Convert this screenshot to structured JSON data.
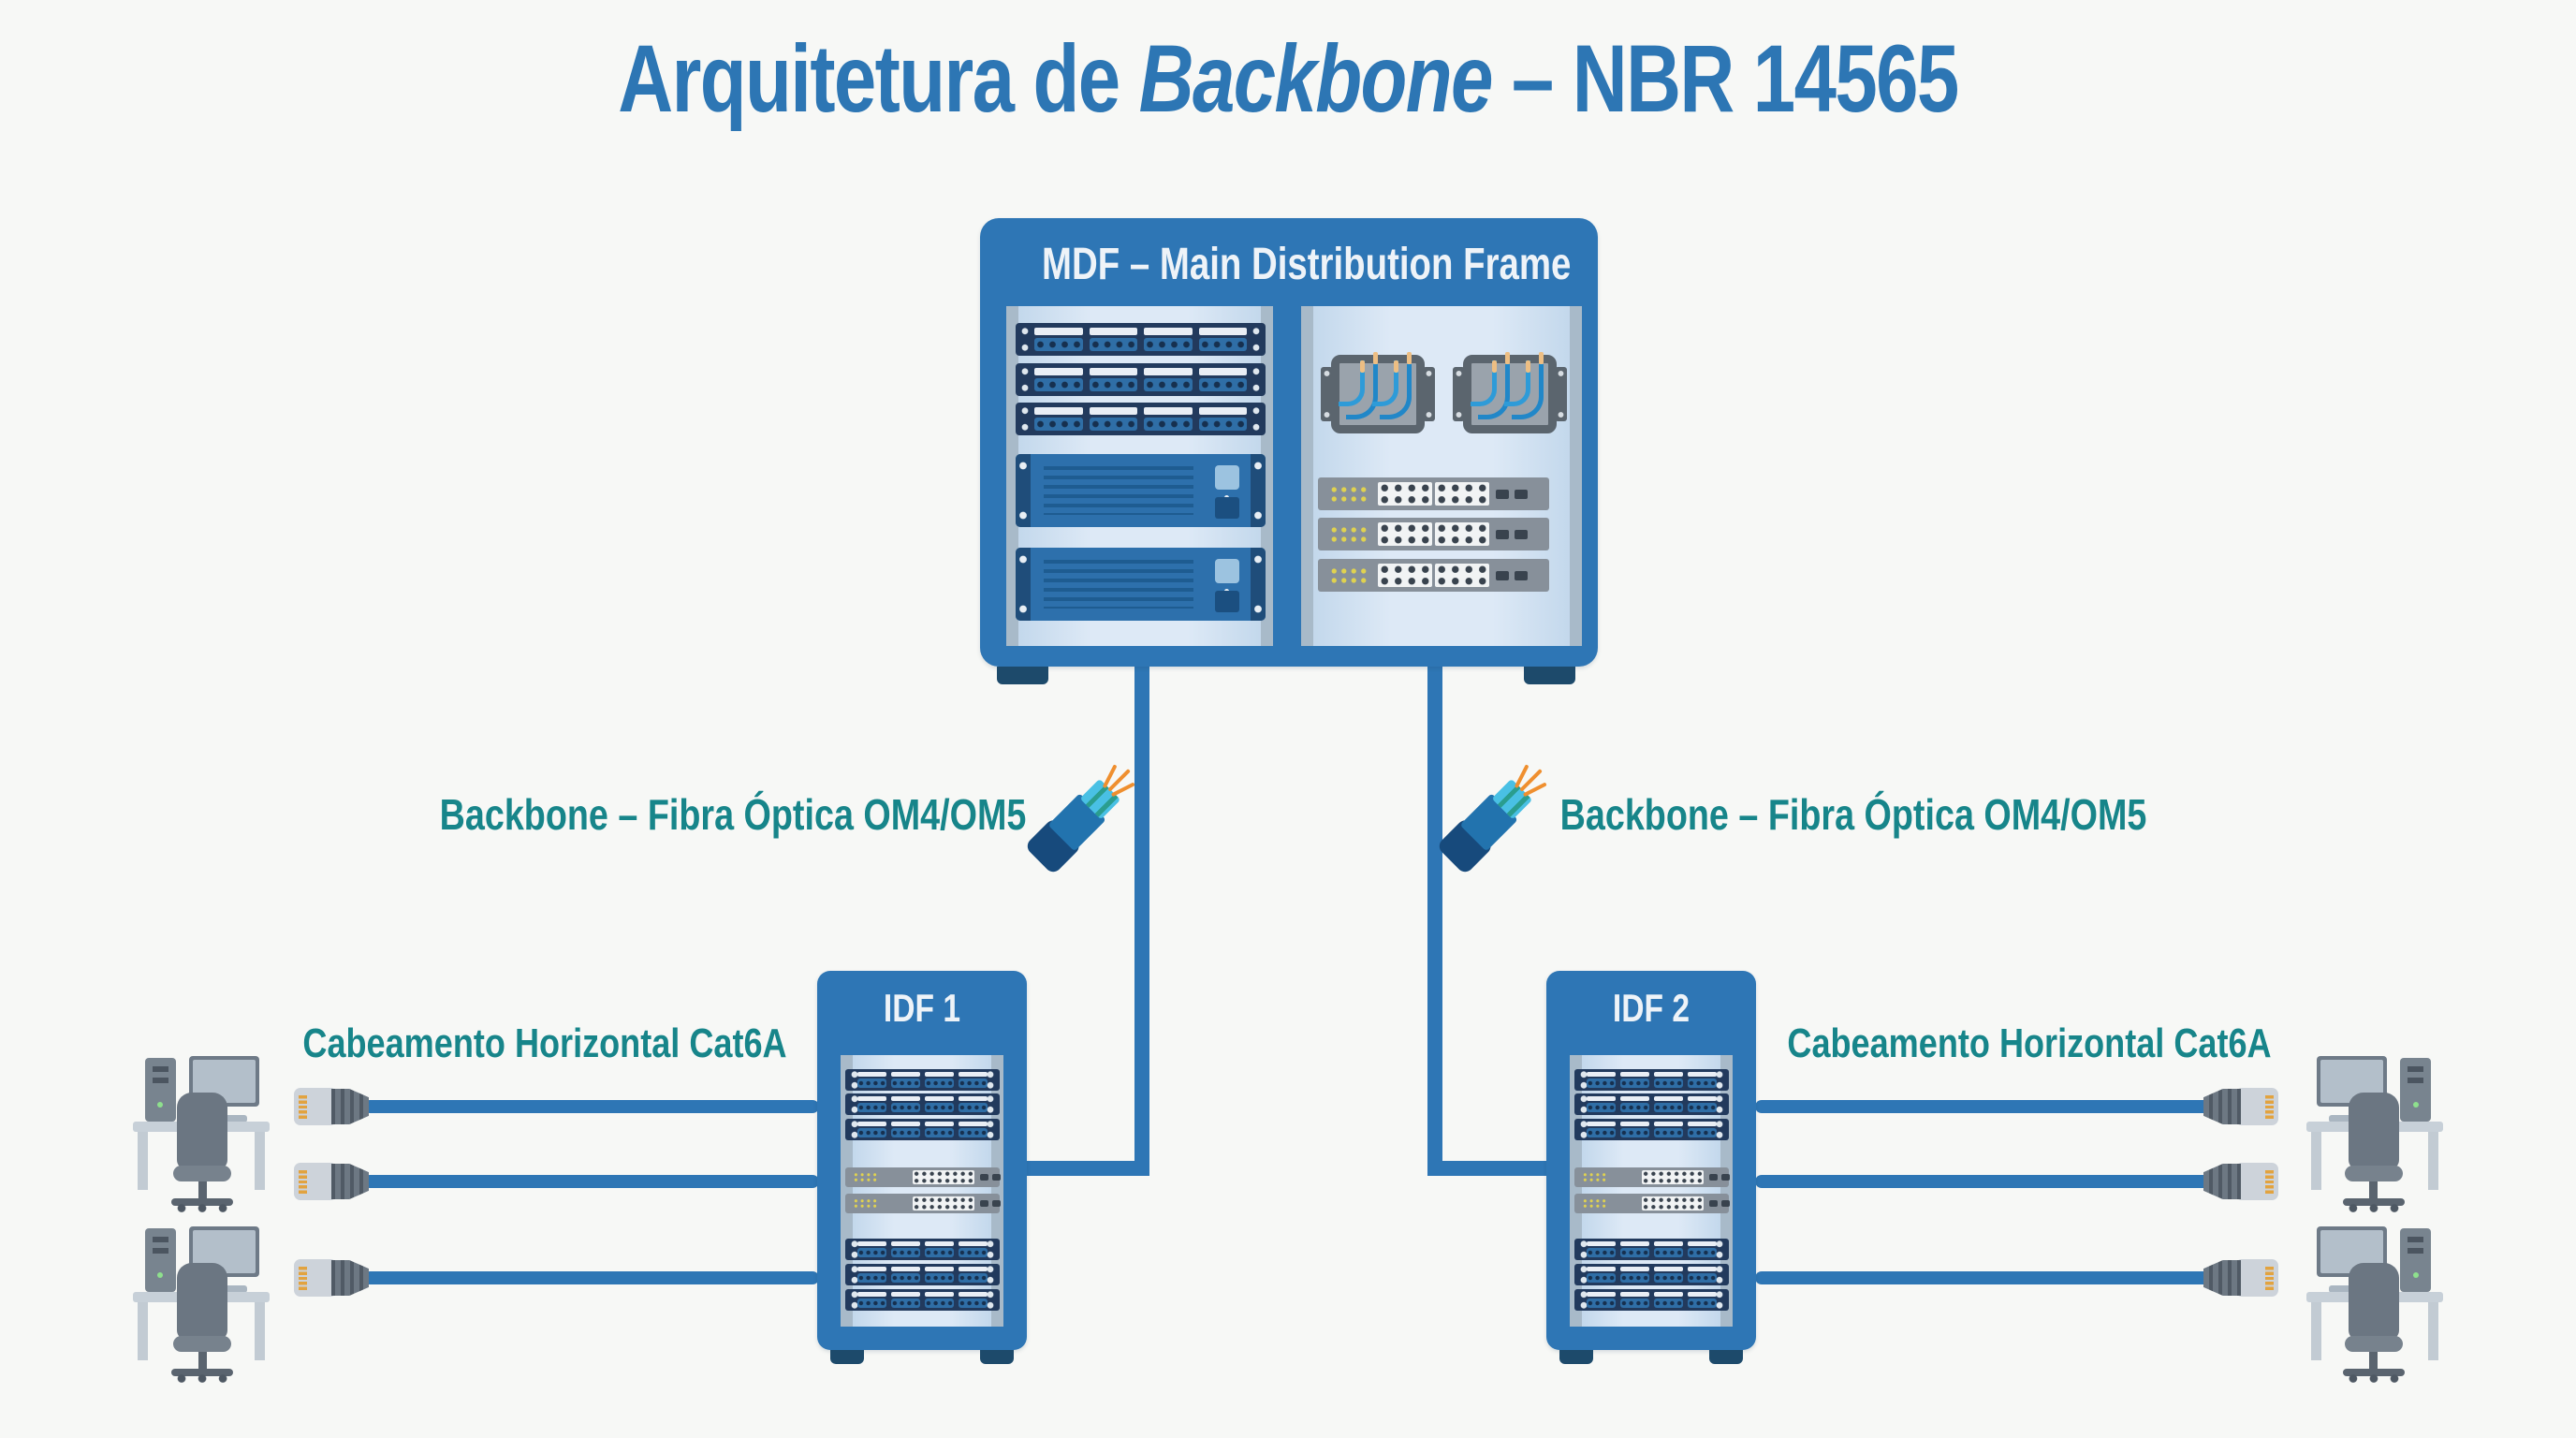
{
  "title": {
    "prefix": "Arquitetura de ",
    "italic": "Backbone",
    "suffix": " – NBR 14565"
  },
  "mdf": {
    "label": "MDF – Main Distribution Frame"
  },
  "idf_left": {
    "label": "IDF 1"
  },
  "idf_right": {
    "label": "IDF 2"
  },
  "backbone_links": {
    "left_label": "Backbone – Fibra Óptica OM4/OM5",
    "right_label": "Backbone – Fibra Óptica OM4/OM5"
  },
  "horizontal_cabling": {
    "left_label": "Cabeamento Horizontal Cat6A",
    "right_label": "Cabeamento Horizontal Cat6A"
  },
  "icons": {
    "fiber": "fiber-optic-cable-icon",
    "rj45": "rj45-connector-icon",
    "workstation": "desk-computer-chair-icon"
  },
  "colors": {
    "title_blue": "#2d76b4",
    "rack_blue": "#2e76b5",
    "teal_label": "#17858a",
    "cable_blue": "#2e76b5",
    "panel_navy": "#223a5d",
    "switch_gray": "#87909a",
    "led_yellow": "#e0d24f",
    "fiber_orange": "#ef8f2f",
    "background": "#f7f8f6"
  }
}
